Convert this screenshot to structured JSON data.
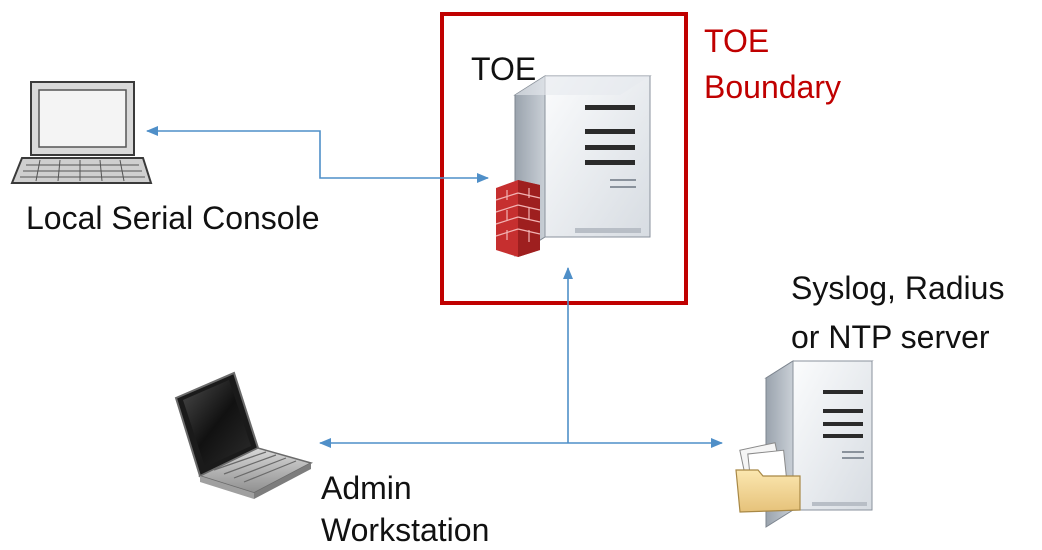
{
  "toe": {
    "label": "TOE"
  },
  "toe_boundary": {
    "line1": "TOE",
    "line2": "Boundary",
    "color": "#c00000"
  },
  "local_console": {
    "label": "Local Serial Console"
  },
  "external_server": {
    "line1": "Syslog, Radius",
    "line2": "or NTP server"
  },
  "admin": {
    "line1": "Admin",
    "line2": "Workstation"
  },
  "colors": {
    "connector": "#4f8fc8",
    "boundary": "#c00000"
  },
  "icons": [
    "laptop-icon",
    "server-icon",
    "firewall-icon",
    "file-folder-icon"
  ]
}
